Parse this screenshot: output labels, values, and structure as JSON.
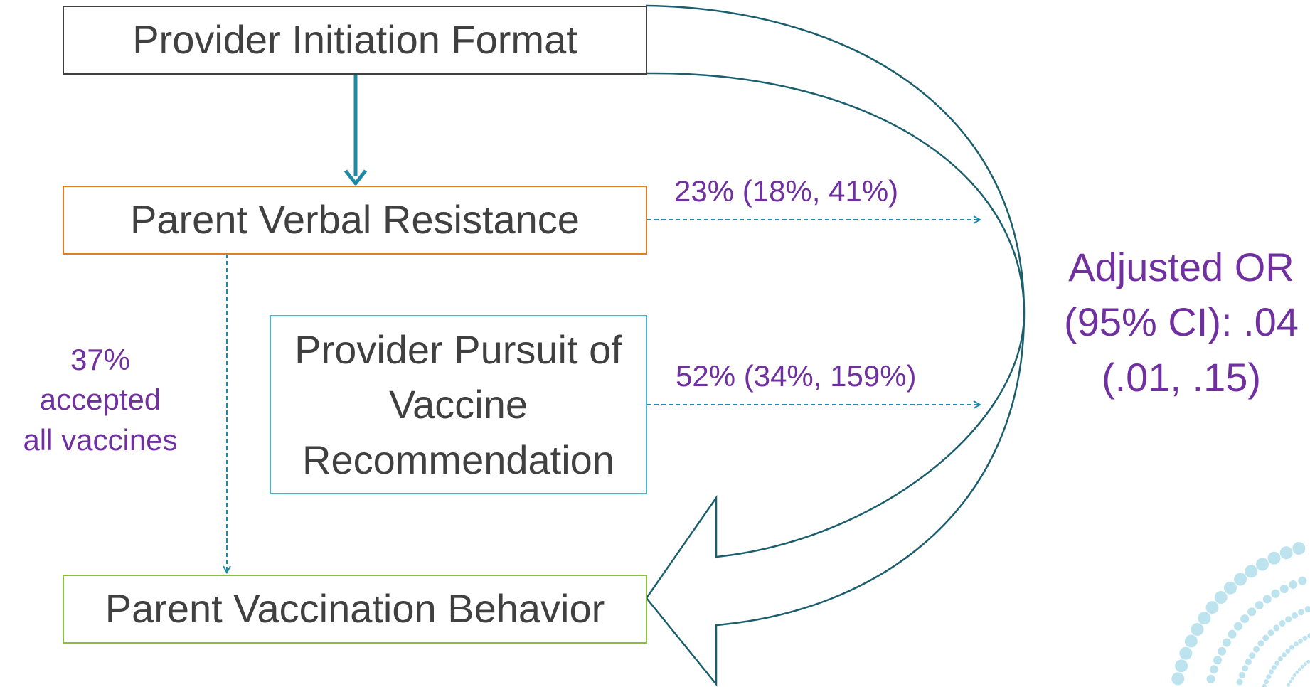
{
  "nodes": {
    "initiation": "Provider Initiation Format",
    "resistance": "Parent Verbal Resistance",
    "pursuit": "Provider Pursuit of Vaccine Recommendation",
    "behavior": "Parent Vaccination Behavior"
  },
  "edges": {
    "resistance_effect": "23% (18%, 41%)",
    "pursuit_effect": "52% (34%, 159%)",
    "accepted_line1": "37% accepted",
    "accepted_line2": "all vaccines"
  },
  "adjusted_or": {
    "line1": "Adjusted OR",
    "line2": "(95% CI): .04",
    "line3": "(.01, .15)"
  },
  "colors": {
    "initiation_border": "#404040",
    "resistance_border": "#e07b26",
    "pursuit_border": "#4bb4c8",
    "behavior_border": "#8cc03c",
    "arrow": "#1d8aa6",
    "curved_arrow": "#1b5e6e",
    "label_purple": "#7030a0",
    "decor_dots": "#bde3ee"
  }
}
